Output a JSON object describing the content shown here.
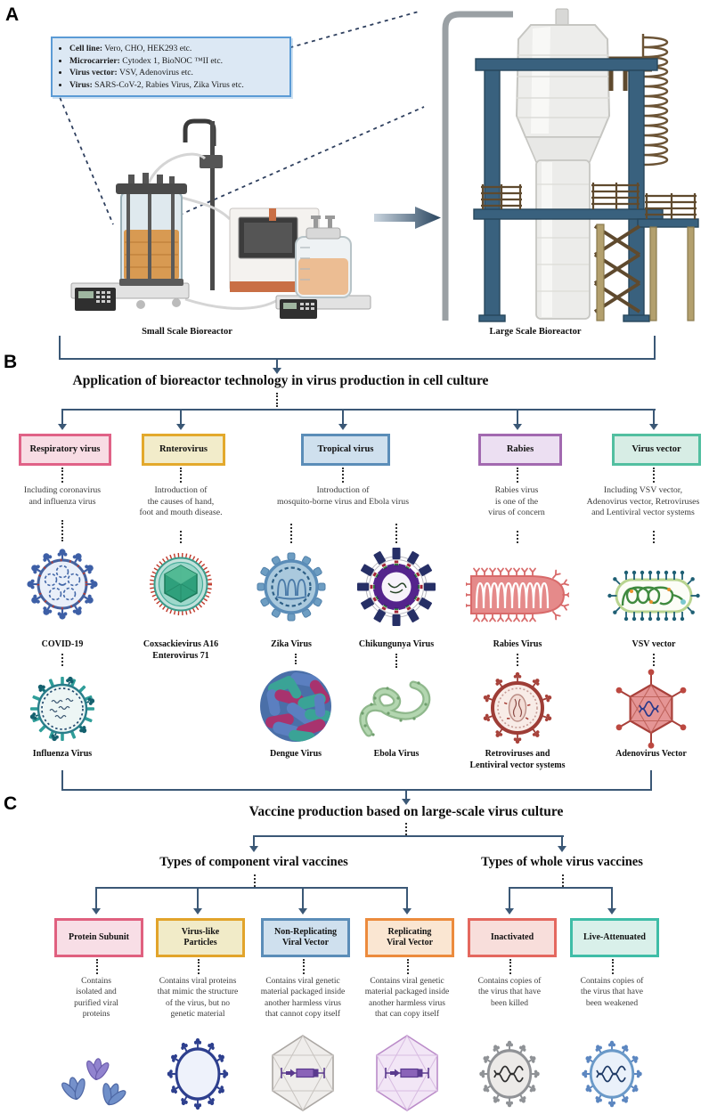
{
  "panel_labels": {
    "a": "A",
    "b": "B",
    "c": "C"
  },
  "panel_a": {
    "callout_items": [
      {
        "label": "Cell line:",
        "value": " Vero, CHO, HEK293 etc."
      },
      {
        "label": "Microcarrier:",
        "value": " Cytodex 1, BioNOC ™II etc."
      },
      {
        "label": "Virus vector:",
        "value": " VSV, Adenovirus etc."
      },
      {
        "label": "Virus:",
        "value": " SARS-CoV-2, Rabies Virus, Zika Virus etc."
      }
    ],
    "small_bioreactor_label": "Small Scale Bioreactor",
    "large_bioreactor_label": "Large Scale Bioreactor"
  },
  "panel_b": {
    "title": "Application of bioreactor technology in virus production in cell culture",
    "categories": [
      {
        "name": "Respiratory virus",
        "description": "Including coronavirus\nand influenza virus",
        "border_color": "#e06287",
        "bg_color": "#f8dce4"
      },
      {
        "name": "Rnterovirus",
        "description": "Introduction of\nthe causes of hand,\nfoot and mouth disease.",
        "border_color": "#e3a92c",
        "bg_color": "#f2ecca"
      },
      {
        "name": "Tropical virus",
        "description": "Introduction of\nmosquito-borne virus and Ebola virus",
        "border_color": "#5b8db8",
        "bg_color": "#cfe0ee"
      },
      {
        "name": "Rabies",
        "description": "Rabies virus\nis one of the\nvirus of concern",
        "border_color": "#a269b0",
        "bg_color": "#ecdff2"
      },
      {
        "name": "Virus vector",
        "description": "Including VSV vector,\nAdenovirus vector, Retroviruses\nand Lentiviral vector systems",
        "border_color": "#52bfa0",
        "bg_color": "#d7ede5"
      }
    ],
    "virus_labels": {
      "covid": "COVID-19",
      "coxsackie": "Coxsackievirus A16\nEnterovirus 71",
      "zika": "Zika Virus",
      "chikungunya": "Chikungunya Virus",
      "rabies": "Rabies Virus",
      "vsv": "VSV vector",
      "influenza": "Influenza Virus",
      "dengue": "Dengue Virus",
      "ebola": "Ebola Virus",
      "retroviruses": "Retroviruses and\nLentiviral vector systems",
      "adenovirus": "Adenovirus Vector"
    }
  },
  "panel_c": {
    "title": "Vaccine production based on large-scale virus culture",
    "groups": {
      "component": "Types of component viral vaccines",
      "whole": "Types of whole virus vaccines"
    },
    "vaccines": [
      {
        "name": "Protein Subunit",
        "description": "Contains\nisolated and\npurified viral\nproteins",
        "border_color": "#e0607f",
        "bg_color": "#f8dee6"
      },
      {
        "name": "Virus-like\nParticles",
        "description": "Contains viral proteins\nthat mimic the structure\nof the virus, but no\ngenetic material",
        "border_color": "#e2a42b",
        "bg_color": "#f1ebc8"
      },
      {
        "name": "Non-Replicating\nViral Vector",
        "description": "Contains viral genetic\nmaterial packaged inside\nanother harmless virus\nthat cannot copy itself",
        "border_color": "#5b8db8",
        "bg_color": "#cfe0ee"
      },
      {
        "name": "Replicating\nViral Vector",
        "description": "Contains viral genetic\nmaterial packaged inside\nanother harmless virus\nthat can copy itself",
        "border_color": "#ec8b3d",
        "bg_color": "#fae6d2"
      },
      {
        "name": "Inactivated",
        "description": "Contains copies of\nthe virus that have\nbeen killed",
        "border_color": "#e4685f",
        "bg_color": "#f8dedb"
      },
      {
        "name": "Live-Attenuated",
        "description": "Contains copies of\nthe virus that have\nbeen weakened",
        "border_color": "#3fbda7",
        "bg_color": "#d9f0ea"
      }
    ]
  },
  "colors": {
    "connector_line": "#3b5876",
    "callout_border": "#5b9bd5",
    "callout_bg": "#dce8f4"
  }
}
